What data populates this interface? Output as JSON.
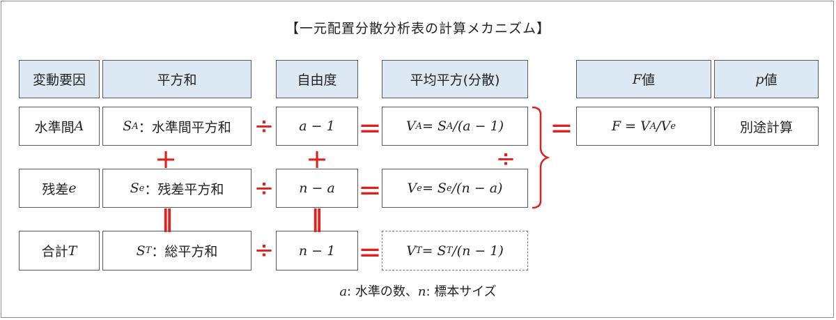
{
  "title": "【一元配置分散分析表の計算メカニズム】",
  "headers": {
    "factor": "変動要因",
    "ss": "平方和",
    "df": "自由度",
    "ms": "平均平方(分散)",
    "f_sym": "F",
    "f_suffix": "値",
    "p_sym": "p",
    "p_suffix": "値"
  },
  "rows": {
    "between": {
      "label": "水準間",
      "label_sym": "A",
      "ss_sym": "S",
      "ss_sub": "A",
      "ss_text": "：水準間平方和",
      "df": "a − 1",
      "ms_v": "V",
      "ms_sub": "A",
      "ms_eq": " = S",
      "ms_sub2": "A",
      "ms_tail": "/(a − 1)"
    },
    "error": {
      "label": "残差",
      "label_sym": "e",
      "ss_sym": "S",
      "ss_sub": "e",
      "ss_text": " ：残差平方和",
      "df": "n − a",
      "ms_v": "V",
      "ms_sub": "e",
      "ms_eq": " = S",
      "ms_sub2": "e",
      "ms_tail": "/(n − a)"
    },
    "total": {
      "label": "合計",
      "label_sym": "T",
      "ss_sym": "S",
      "ss_sub": "T",
      "ss_text": " ：総平方和",
      "df": "n − 1",
      "ms_v": "V",
      "ms_sub": "T",
      "ms_eq": " = S",
      "ms_sub2": "T",
      "ms_tail": "/(n − 1)"
    }
  },
  "f_formula": {
    "lhs": "F = V",
    "sub1": "A",
    "mid": "/V",
    "sub2": "e"
  },
  "p_value": "別途計算",
  "operators": {
    "divide": "÷",
    "equals": "=",
    "plus": "+",
    "parallel": "‖"
  },
  "note": {
    "a": "a",
    "a_text": ": 水準の数、",
    "n": "n",
    "n_text": ": 標本サイズ"
  },
  "colors": {
    "header_bg": "#dce9f5",
    "operator": "#e0201c",
    "border": "#5a5a5a"
  }
}
